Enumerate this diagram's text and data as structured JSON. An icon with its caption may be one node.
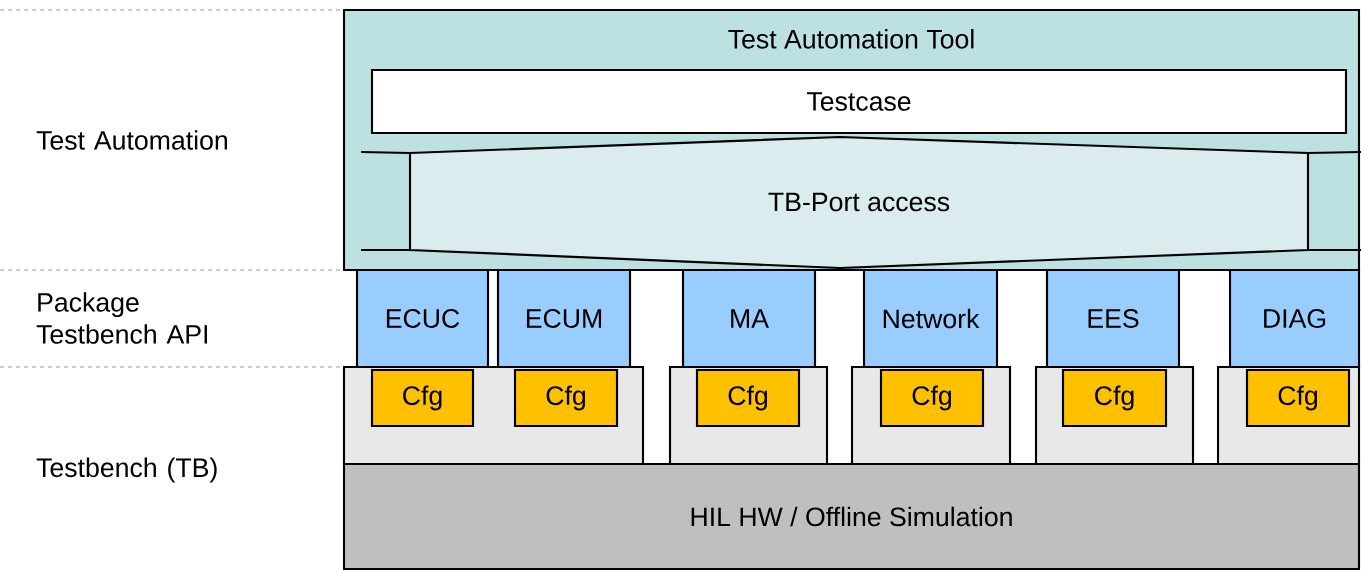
{
  "diagram": {
    "nodes": [
      {
        "text": [
          "Test Automation Tool"
        ]
      },
      {
        "text": [
          "Testcase"
        ],
        "in": 0
      },
      {
        "text": [
          "TB-Port access"
        ],
        "in": 0
      },
      {
        "text": [
          "ECUC"
        ]
      },
      {
        "text": [
          "ECUM"
        ]
      },
      {
        "text": [
          "MA"
        ]
      },
      {
        "text": [
          "Network"
        ]
      },
      {
        "text": [
          "EES"
        ]
      },
      {
        "text": [
          "DIAG"
        ]
      },
      {
        "text": [],
        "shape": "box"
      },
      {
        "text": [
          "Cfg"
        ],
        "in": 9
      },
      {
        "text": [
          "Cfg"
        ],
        "in": 9
      },
      {
        "text": [],
        "shape": "box"
      },
      {
        "text": [
          "Cfg"
        ],
        "in": 12
      },
      {
        "text": [],
        "shape": "box"
      },
      {
        "text": [
          "Cfg"
        ],
        "in": 14
      },
      {
        "text": [],
        "shape": "box"
      },
      {
        "text": [
          "Cfg"
        ],
        "in": 16
      },
      {
        "text": [],
        "shape": "box"
      },
      {
        "text": [
          "Cfg"
        ],
        "in": 18
      },
      {
        "text": [
          "HIL HW / Offline Simulation"
        ]
      }
    ],
    "labels": [
      "Test Automation",
      "Package Testbench API",
      "Testbench (TB)"
    ]
  }
}
